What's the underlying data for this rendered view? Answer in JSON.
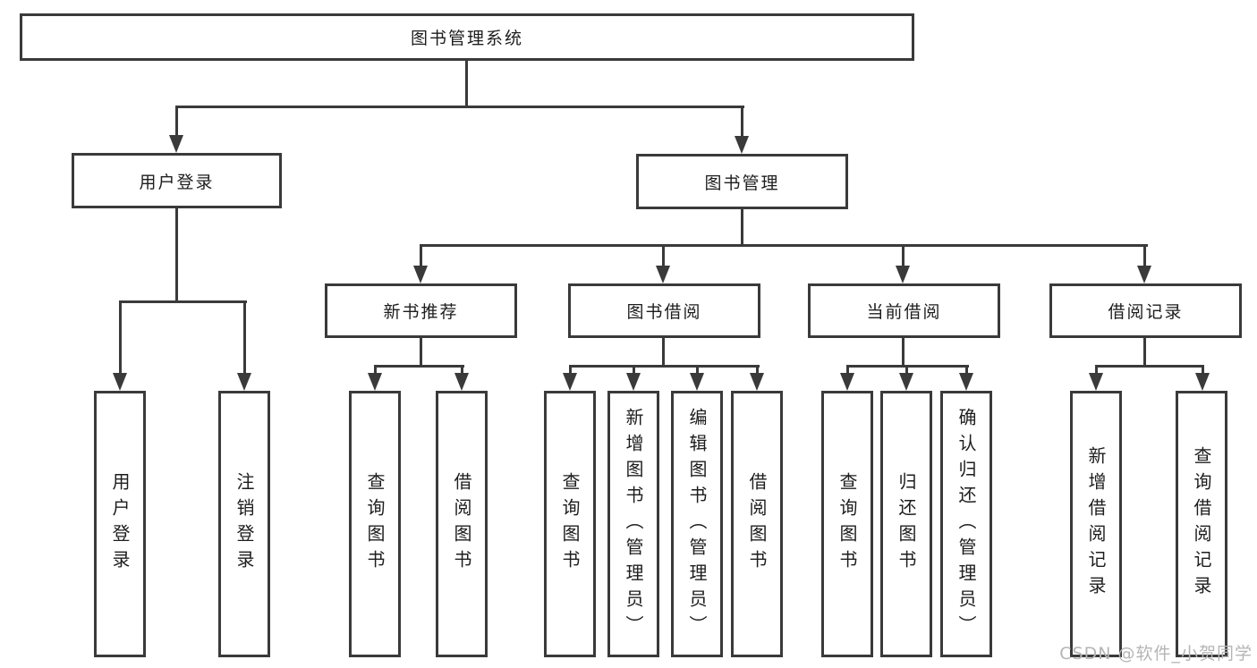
{
  "diagram": {
    "root": {
      "label": "图书管理系统"
    },
    "user_branch": {
      "label": "用户登录",
      "children": [
        {
          "label": "用户登录"
        },
        {
          "label": "注销登录"
        }
      ]
    },
    "management_branch": {
      "label": "图书管理",
      "sections": [
        {
          "label": "新书推荐",
          "children": [
            {
              "label": "查询图书"
            },
            {
              "label": "借阅图书"
            }
          ]
        },
        {
          "label": "图书借阅",
          "children": [
            {
              "label": "查询图书"
            },
            {
              "label": "新增图书（管理员）"
            },
            {
              "label": "编辑图书（管理员）"
            },
            {
              "label": "借阅图书"
            }
          ]
        },
        {
          "label": "当前借阅",
          "children": [
            {
              "label": "查询图书"
            },
            {
              "label": "归还图书"
            },
            {
              "label": "确认归还（管理员）"
            }
          ]
        },
        {
          "label": "借阅记录",
          "children": [
            {
              "label": "新增借阅记录"
            },
            {
              "label": "查询借阅记录"
            }
          ]
        }
      ]
    },
    "line_color": "#3a3a3a",
    "watermark_color": "#b5b5b5"
  },
  "watermark": {
    "text": "CSDN @软件_小贺同学"
  }
}
